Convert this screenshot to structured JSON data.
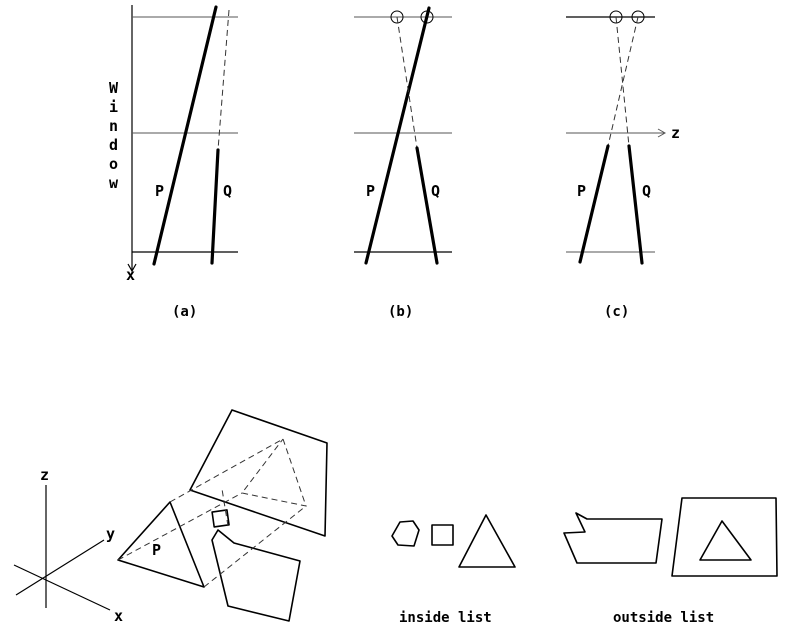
{
  "panels": {
    "a": {
      "caption": "(a)",
      "label_p": "P",
      "label_q": "Q",
      "axis_x": "x",
      "window_letters": [
        "W",
        "i",
        "n",
        "d",
        "o",
        "w"
      ]
    },
    "b": {
      "caption": "(b)",
      "label_p": "P",
      "label_q": "Q"
    },
    "c": {
      "caption": "(c)",
      "label_p": "P",
      "label_q": "Q",
      "axis_z": "z"
    }
  },
  "scene": {
    "axis_z": "z",
    "axis_y": "y",
    "axis_x": "x",
    "label_p": "P",
    "inside_caption": "inside list",
    "outside_caption": "outside list"
  }
}
